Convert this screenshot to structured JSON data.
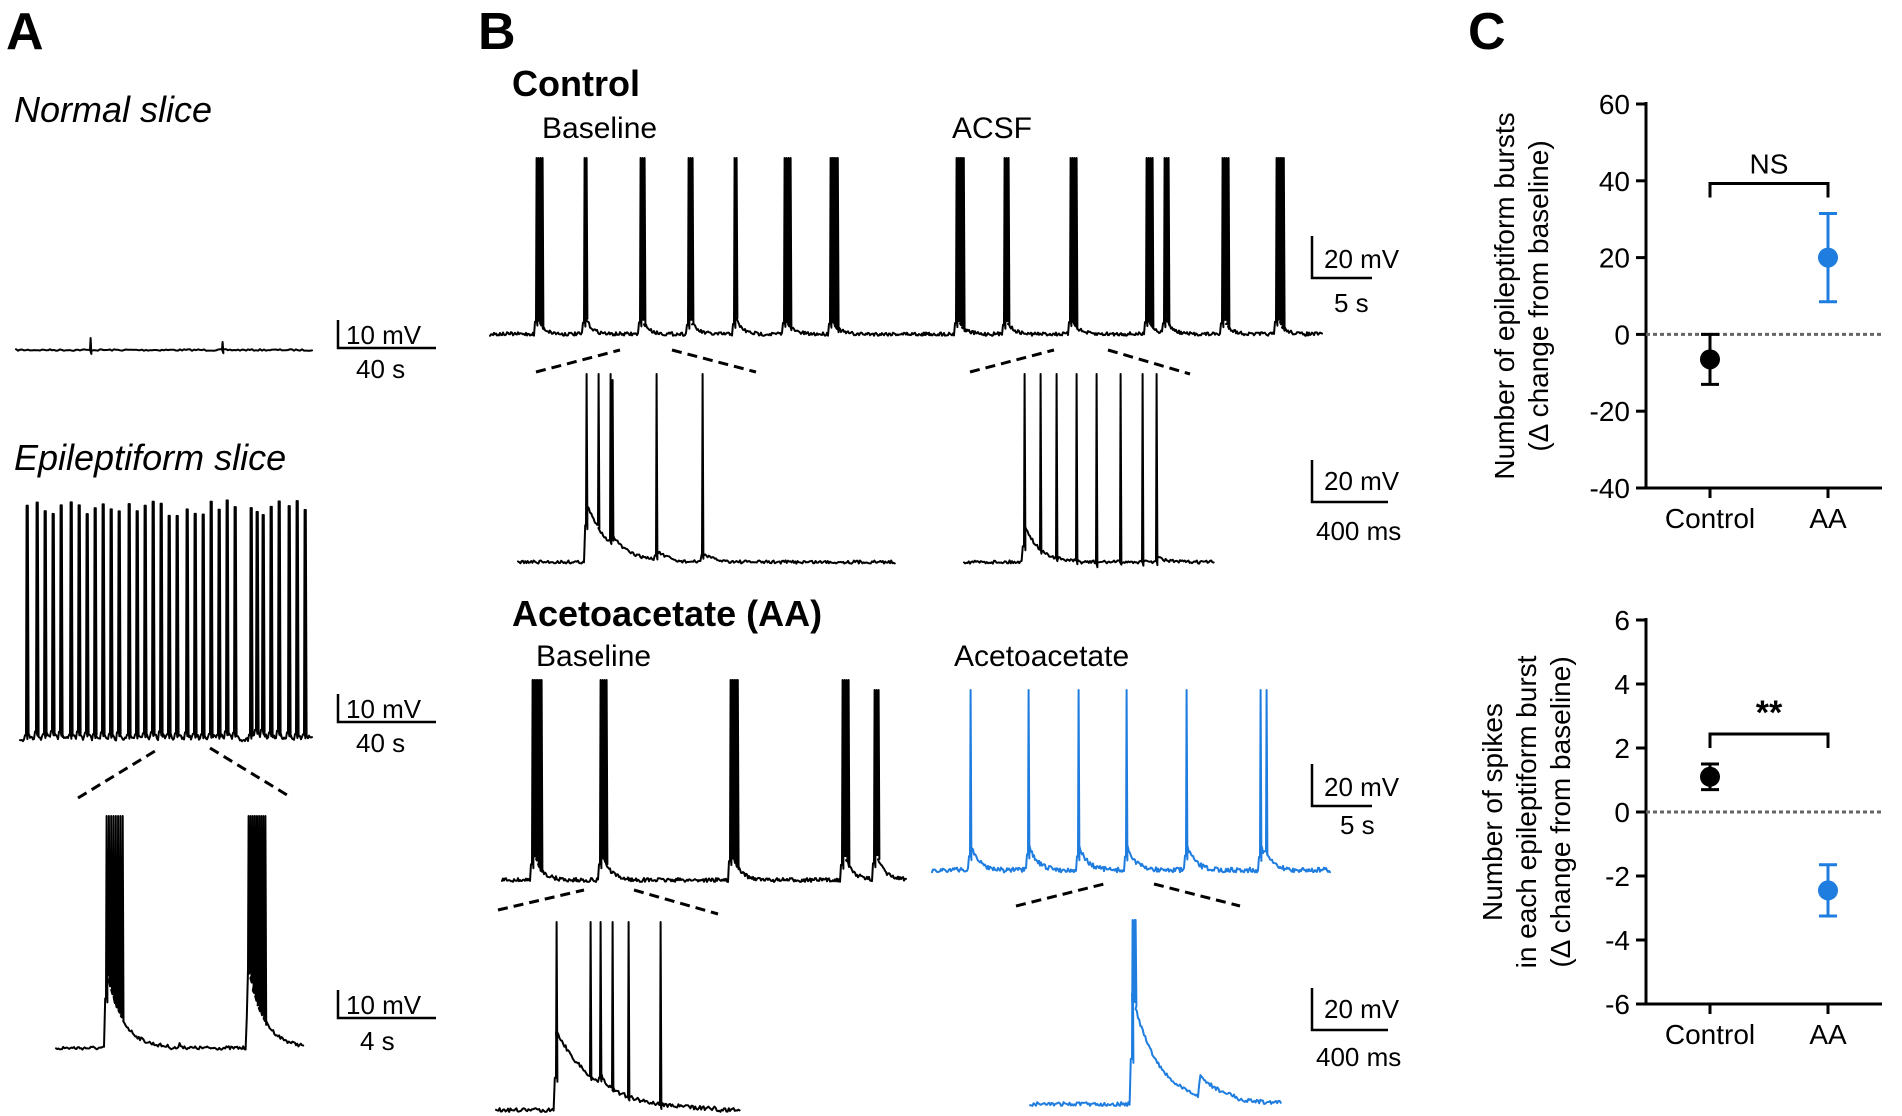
{
  "panels": {
    "A": {
      "letter": "A",
      "normal_title": "Normal slice",
      "epi_title": "Epileptiform slice",
      "scale_normal": {
        "v": "10 mV",
        "t": "40 s"
      },
      "scale_epi": {
        "v": "10 mV",
        "t": "40 s"
      },
      "scale_zoom": {
        "v": "10 mV",
        "t": "4 s"
      }
    },
    "B": {
      "letter": "B",
      "control_title": "Control",
      "control_baseline_label": "Baseline",
      "control_acsf_label": "ACSF",
      "aa_title": "Acetoacetate (AA)",
      "aa_baseline_label": "Baseline",
      "aa_acetoacetate_label": "Acetoacetate",
      "scale_control_long": {
        "v": "20 mV",
        "t": "5 s"
      },
      "scale_control_zoom": {
        "v": "20 mV",
        "t": "400 ms"
      },
      "scale_aa_long": {
        "v": "20 mV",
        "t": "5 s"
      },
      "scale_aa_zoom": {
        "v": "20 mV",
        "t": "400 ms"
      }
    },
    "C": {
      "letter": "C"
    }
  },
  "colors": {
    "control": "#000000",
    "aa": "#1f7de0",
    "zero_line": "#666666"
  },
  "chart_data": [
    {
      "type": "scatter",
      "ylabel": "Number of epileptiform bursts",
      "ylabel2": "(Δ change from baseline)",
      "ylim": [
        -40,
        60
      ],
      "yticks": [
        -40,
        -20,
        0,
        20,
        40,
        60
      ],
      "yticklabels": [
        "-40",
        "-20",
        "0",
        "20",
        "40",
        "60"
      ],
      "categories": [
        "Control",
        "AA"
      ],
      "means": [
        -6.5,
        20
      ],
      "errors": [
        6.5,
        11.5
      ],
      "significance": "NS",
      "zero_line": true
    },
    {
      "type": "scatter",
      "ylabel": "Number of spikes",
      "ylabel2": "in each epileptiform burst",
      "ylabel3": "(Δ change from baseline)",
      "ylim": [
        -6,
        6
      ],
      "yticks": [
        -6,
        -4,
        -2,
        0,
        2,
        4,
        6
      ],
      "yticklabels": [
        "-6",
        "-4",
        "-2",
        "0",
        "2",
        "4",
        "6"
      ],
      "categories": [
        "Control",
        "AA"
      ],
      "means": [
        1.1,
        -2.45
      ],
      "errors": [
        0.4,
        0.8
      ],
      "significance": "**",
      "zero_line": true
    }
  ]
}
